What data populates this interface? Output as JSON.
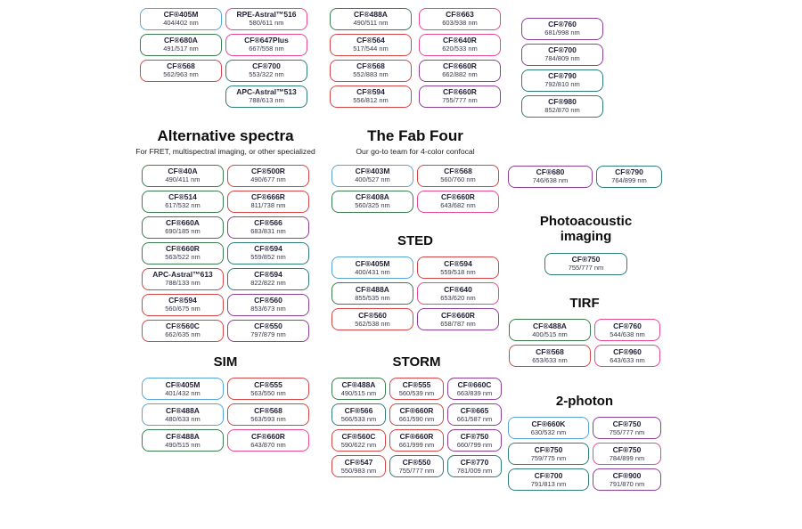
{
  "palette": {
    "blue": "#56a5d6",
    "green": "#3a7d4f",
    "teal": "#2f7d7a",
    "red": "#d64545",
    "pink": "#e8488f",
    "purple": "#8e3f97"
  },
  "headers": {
    "alt": {
      "title": "Alternative spectra",
      "subtitle": "For FRET, multispectral imaging, or other specialized"
    },
    "fab": {
      "title": "The Fab Four",
      "subtitle": "Our go-to team for 4-color confocal"
    },
    "sted": {
      "title": "STED"
    },
    "sim": {
      "title": "SIM"
    },
    "storm": {
      "title": "STORM"
    },
    "photo": {
      "title": "Photoacoustic imaging"
    },
    "tirf": {
      "title": "TIRF"
    },
    "two_photon": {
      "title": "2-photon"
    }
  },
  "badge_groups": {
    "top_a": {
      "columns": [
        [
          {
            "n": "CF®405M",
            "v": "404/402 nm",
            "c": "blue"
          },
          {
            "n": "CF®680A",
            "v": "491/517 nm",
            "c": "green"
          },
          {
            "n": "CF®568",
            "v": "562/963 nm",
            "c": "red"
          }
        ]
      ]
    },
    "top_b": {
      "columns": [
        [
          {
            "n": "RPE-Astral™516",
            "v": "580/611 nm",
            "c": "pink"
          },
          {
            "n": "CF®647Plus",
            "v": "667/558 nm",
            "c": "pink"
          },
          {
            "n": "CF®700",
            "v": "553/322 nm",
            "c": "teal"
          },
          {
            "n": "APC-Astral™513",
            "v": "788/613 nm",
            "c": "teal"
          }
        ]
      ]
    },
    "top_c": {
      "columns": [
        [
          {
            "n": "CF®488A",
            "v": "490/511 nm",
            "c": "green"
          },
          {
            "n": "CF®564",
            "v": "517/544 nm",
            "c": "red"
          },
          {
            "n": "CF®568",
            "v": "552/883 nm",
            "c": "red"
          },
          {
            "n": "CF®594",
            "v": "556/812 nm",
            "c": "red"
          }
        ]
      ]
    },
    "top_d": {
      "columns": [
        [
          {
            "n": "CF®663",
            "v": "603/938 nm",
            "c": "pink"
          },
          {
            "n": "CF®640R",
            "v": "620/533 nm",
            "c": "pink"
          },
          {
            "n": "CF®660R",
            "v": "662/882 nm",
            "c": "purple"
          },
          {
            "n": "CF®660R",
            "v": "755/777 nm",
            "c": "purple"
          }
        ]
      ]
    },
    "top_e": {
      "columns": [
        [
          {
            "n": "CF®760",
            "v": "681/998 nm",
            "c": "purple"
          },
          {
            "n": "CF®700",
            "v": "784/809 nm",
            "c": "purple"
          },
          {
            "n": "CF®790",
            "v": "792/810 nm",
            "c": "teal"
          },
          {
            "n": "CF®980",
            "v": "852/870 nm",
            "c": "teal"
          }
        ]
      ]
    },
    "alt": {
      "columns": [
        [
          {
            "n": "CF®40A",
            "v": "490/411 nm",
            "c": "green"
          },
          {
            "n": "CF®514",
            "v": "617/532 nm",
            "c": "green"
          },
          {
            "n": "CF®660A",
            "v": "690/185 nm",
            "c": "green"
          },
          {
            "n": "CF®660R",
            "v": "563/522 nm",
            "c": "green"
          },
          {
            "n": "APC-Astral™613",
            "v": "788/133 nm",
            "c": "red"
          },
          {
            "n": "CF®594",
            "v": "560/675 nm",
            "c": "red"
          },
          {
            "n": "CF®560C",
            "v": "662/635 nm",
            "c": "red"
          }
        ],
        [
          {
            "n": "CF®500R",
            "v": "490/677 nm",
            "c": "red"
          },
          {
            "n": "CF®666R",
            "v": "811/738 nm",
            "c": "red"
          },
          {
            "n": "CF®566",
            "v": "683/831 nm",
            "c": "purple"
          },
          {
            "n": "CF®594",
            "v": "559/852 nm",
            "c": "teal"
          },
          {
            "n": "CF®594",
            "v": "822/822 nm",
            "c": "teal"
          },
          {
            "n": "CF®560",
            "v": "853/673 nm",
            "c": "purple"
          },
          {
            "n": "CF®550",
            "v": "797/879 nm",
            "c": "purple"
          }
        ]
      ]
    },
    "fab_four": {
      "columns": [
        [
          {
            "n": "CF®403M",
            "v": "400/527 nm",
            "c": "blue"
          },
          {
            "n": "CF®408A",
            "v": "560/325 nm",
            "c": "green"
          }
        ],
        [
          {
            "n": "CF®568",
            "v": "560/760 nm",
            "c": "red"
          },
          {
            "n": "CF®660R",
            "v": "643/682 nm",
            "c": "pink"
          }
        ]
      ]
    },
    "sted": {
      "columns": [
        [
          {
            "n": "CF®405M",
            "v": "400/431 nm",
            "c": "blue"
          },
          {
            "n": "CF®488A",
            "v": "855/535 nm",
            "c": "green"
          },
          {
            "n": "CF®560",
            "v": "562/538 nm",
            "c": "red"
          }
        ],
        [
          {
            "n": "CF®594",
            "v": "559/518 nm",
            "c": "red"
          },
          {
            "n": "CF®640",
            "v": "653/620 nm",
            "c": "pink"
          },
          {
            "n": "CF®660R",
            "v": "658/787 nm",
            "c": "purple"
          }
        ]
      ]
    },
    "sim": {
      "columns": [
        [
          {
            "n": "CF®405M",
            "v": "401/432 nm",
            "c": "blue"
          },
          {
            "n": "CF®488A",
            "v": "480/633 nm",
            "c": "blue"
          },
          {
            "n": "CF®488A",
            "v": "490/515 nm",
            "c": "green"
          }
        ],
        [
          {
            "n": "CF®555",
            "v": "563/550 nm",
            "c": "red"
          },
          {
            "n": "CF®568",
            "v": "563/593 nm",
            "c": "red"
          },
          {
            "n": "CF®660R",
            "v": "643/870 nm",
            "c": "pink"
          }
        ]
      ]
    },
    "storm": {
      "columns": [
        [
          {
            "n": "CF®488A",
            "v": "490/515 nm",
            "c": "green"
          },
          {
            "n": "CF®566",
            "v": "566/533 nm",
            "c": "teal"
          },
          {
            "n": "CF®560C",
            "v": "590/622 nm",
            "c": "red"
          },
          {
            "n": "CF®547",
            "v": "550/983 nm",
            "c": "red"
          }
        ],
        [
          {
            "n": "CF®555",
            "v": "560/539 nm",
            "c": "red"
          },
          {
            "n": "CF®660R",
            "v": "661/590 nm",
            "c": "red"
          },
          {
            "n": "CF®660R",
            "v": "661/999 nm",
            "c": "red"
          },
          {
            "n": "CF®550",
            "v": "755/777 nm",
            "c": "teal"
          }
        ],
        [
          {
            "n": "CF®660C",
            "v": "663/839 nm",
            "c": "purple"
          },
          {
            "n": "CF®665",
            "v": "661/587 nm",
            "c": "purple"
          },
          {
            "n": "CF®750",
            "v": "660/799 nm",
            "c": "purple"
          },
          {
            "n": "CF®770",
            "v": "781/009 nm",
            "c": "teal"
          }
        ]
      ]
    },
    "rightpair": {
      "columns": [
        [
          {
            "n": "CF®680",
            "v": "746/638 nm",
            "c": "purple"
          }
        ],
        [
          {
            "n": "CF®790",
            "v": "764/899 nm",
            "c": "teal"
          }
        ]
      ]
    },
    "photo": {
      "columns": [
        [
          {
            "n": "CF®750",
            "v": "755/777 nm",
            "c": "teal"
          }
        ]
      ]
    },
    "tirf": {
      "columns": [
        [
          {
            "n": "CF®488A",
            "v": "400/515 nm",
            "c": "green"
          },
          {
            "n": "CF®568",
            "v": "653/633 nm",
            "c": "red"
          }
        ],
        [
          {
            "n": "CF®760",
            "v": "544/638 nm",
            "c": "pink"
          },
          {
            "n": "CF®960",
            "v": "643/633 nm",
            "c": "pink"
          }
        ]
      ]
    },
    "two_photon": {
      "columns": [
        [
          {
            "n": "CF®660K",
            "v": "630/532 nm",
            "c": "blue"
          },
          {
            "n": "CF®750",
            "v": "759/775 nm",
            "c": "teal"
          },
          {
            "n": "CF®700",
            "v": "791/813 nm",
            "c": "teal"
          }
        ],
        [
          {
            "n": "CF®750",
            "v": "755/777 nm",
            "c": "purple"
          },
          {
            "n": "CF®750",
            "v": "784/899 nm",
            "c": "pink"
          },
          {
            "n": "CF®900",
            "v": "791/870 nm",
            "c": "purple"
          }
        ]
      ]
    }
  }
}
